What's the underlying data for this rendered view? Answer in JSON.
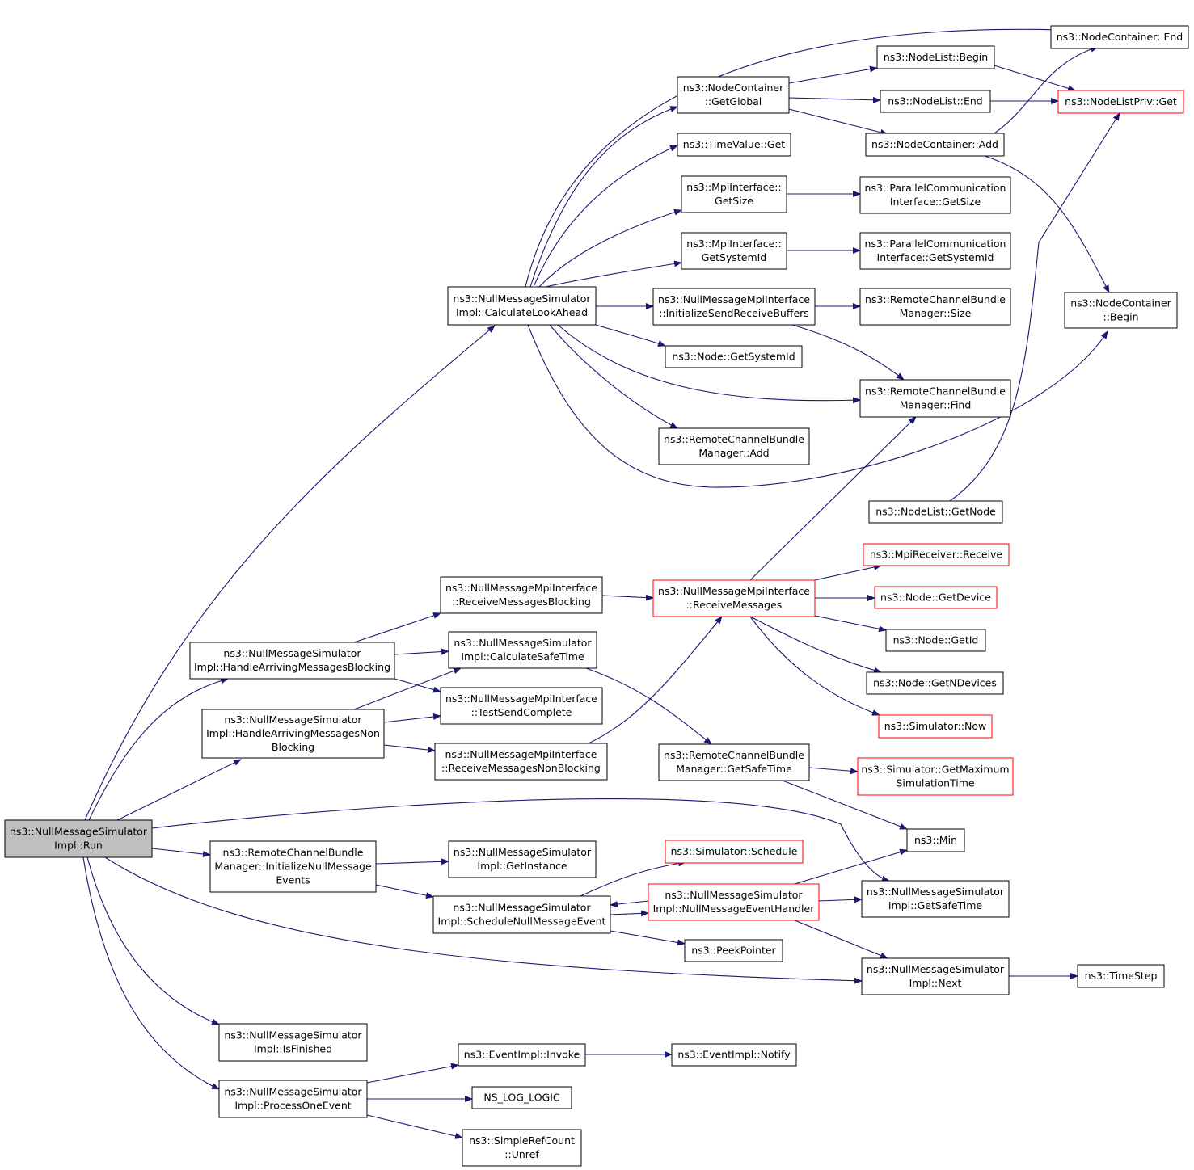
{
  "colors": {
    "edge": "#191970",
    "node_border": "#000000",
    "node_border_linked": "#ff0000",
    "node_fill": "#ffffff",
    "root_fill": "#bfbfbf"
  },
  "nodes": [
    {
      "id": "run",
      "lines": [
        "ns3::NullMessageSimulator",
        "Impl::Run"
      ],
      "style": "root"
    },
    {
      "id": "calc_lookahead",
      "lines": [
        "ns3::NullMessageSimulator",
        "Impl::CalculateLookAhead"
      ],
      "style": "normal"
    },
    {
      "id": "handle_blocking",
      "lines": [
        "ns3::NullMessageSimulator",
        "Impl::HandleArrivingMessagesBlocking"
      ],
      "style": "normal"
    },
    {
      "id": "handle_nonblocking",
      "lines": [
        "ns3::NullMessageSimulator",
        "Impl::HandleArrivingMessagesNon",
        "Blocking"
      ],
      "style": "normal"
    },
    {
      "id": "rcbm_init",
      "lines": [
        "ns3::RemoteChannelBundle",
        "Manager::InitializeNullMessage",
        "Events"
      ],
      "style": "normal"
    },
    {
      "id": "is_finished",
      "lines": [
        "ns3::NullMessageSimulator",
        "Impl::IsFinished"
      ],
      "style": "normal"
    },
    {
      "id": "process_one",
      "lines": [
        "ns3::NullMessageSimulator",
        "Impl::ProcessOneEvent"
      ],
      "style": "normal"
    },
    {
      "id": "nc_global",
      "lines": [
        "ns3::NodeContainer",
        "::GetGlobal"
      ],
      "style": "normal"
    },
    {
      "id": "tv_get",
      "lines": [
        "ns3::TimeValue::Get"
      ],
      "style": "normal"
    },
    {
      "id": "mpi_getsize",
      "lines": [
        "ns3::MpiInterface::",
        "GetSize"
      ],
      "style": "normal"
    },
    {
      "id": "mpi_getsysid",
      "lines": [
        "ns3::MpiInterface::",
        "GetSystemId"
      ],
      "style": "normal"
    },
    {
      "id": "nmmpi_init",
      "lines": [
        "ns3::NullMessageMpiInterface",
        "::InitializeSendReceiveBuffers"
      ],
      "style": "normal"
    },
    {
      "id": "node_getsysid",
      "lines": [
        "ns3::Node::GetSystemId"
      ],
      "style": "normal"
    },
    {
      "id": "rcbm_add",
      "lines": [
        "ns3::RemoteChannelBundle",
        "Manager::Add"
      ],
      "style": "normal"
    },
    {
      "id": "nl_begin",
      "lines": [
        "ns3::NodeList::Begin"
      ],
      "style": "normal"
    },
    {
      "id": "nl_end",
      "lines": [
        "ns3::NodeList::End"
      ],
      "style": "normal"
    },
    {
      "id": "nc_add",
      "lines": [
        "ns3::NodeContainer::Add"
      ],
      "style": "normal"
    },
    {
      "id": "pci_getsize",
      "lines": [
        "ns3::ParallelCommunication",
        "Interface::GetSize"
      ],
      "style": "normal"
    },
    {
      "id": "pci_getsysid",
      "lines": [
        "ns3::ParallelCommunication",
        "Interface::GetSystemId"
      ],
      "style": "normal"
    },
    {
      "id": "rcbm_size",
      "lines": [
        "ns3::RemoteChannelBundle",
        "Manager::Size"
      ],
      "style": "normal"
    },
    {
      "id": "rcbm_find",
      "lines": [
        "ns3::RemoteChannelBundle",
        "Manager::Find"
      ],
      "style": "normal"
    },
    {
      "id": "nc_end",
      "lines": [
        "ns3::NodeContainer::End"
      ],
      "style": "normal"
    },
    {
      "id": "nlp_get",
      "lines": [
        "ns3::NodeListPriv::Get"
      ],
      "style": "linked"
    },
    {
      "id": "nc_begin",
      "lines": [
        "ns3::NodeContainer",
        "::Begin"
      ],
      "style": "normal"
    },
    {
      "id": "nmmpi_recv_blocking",
      "lines": [
        "ns3::NullMessageMpiInterface",
        "::ReceiveMessagesBlocking"
      ],
      "style": "normal"
    },
    {
      "id": "calc_safetime",
      "lines": [
        "ns3::NullMessageSimulator",
        "Impl::CalculateSafeTime"
      ],
      "style": "normal"
    },
    {
      "id": "test_send",
      "lines": [
        "ns3::NullMessageMpiInterface",
        "::TestSendComplete"
      ],
      "style": "normal"
    },
    {
      "id": "nmmpi_recv_nonblocking",
      "lines": [
        "ns3::NullMessageMpiInterface",
        "::ReceiveMessagesNonBlocking"
      ],
      "style": "normal"
    },
    {
      "id": "nmmpi_recv",
      "lines": [
        "ns3::NullMessageMpiInterface",
        "::ReceiveMessages"
      ],
      "style": "linked"
    },
    {
      "id": "rcbm_getsafetime",
      "lines": [
        "ns3::RemoteChannelBundle",
        "Manager::GetSafeTime"
      ],
      "style": "normal"
    },
    {
      "id": "nl_getnode",
      "lines": [
        "ns3::NodeList::GetNode"
      ],
      "style": "normal"
    },
    {
      "id": "mpirecv_receive",
      "lines": [
        "ns3::MpiReceiver::Receive"
      ],
      "style": "linked"
    },
    {
      "id": "node_getdevice",
      "lines": [
        "ns3::Node::GetDevice"
      ],
      "style": "linked"
    },
    {
      "id": "node_getid",
      "lines": [
        "ns3::Node::GetId"
      ],
      "style": "normal"
    },
    {
      "id": "node_getndevices",
      "lines": [
        "ns3::Node::GetNDevices"
      ],
      "style": "normal"
    },
    {
      "id": "sim_now",
      "lines": [
        "ns3::Simulator::Now"
      ],
      "style": "linked"
    },
    {
      "id": "sim_getmax",
      "lines": [
        "ns3::Simulator::GetMaximum",
        "SimulationTime"
      ],
      "style": "linked"
    },
    {
      "id": "min",
      "lines": [
        "ns3::Min"
      ],
      "style": "normal"
    },
    {
      "id": "get_instance",
      "lines": [
        "ns3::NullMessageSimulator",
        "Impl::GetInstance"
      ],
      "style": "normal"
    },
    {
      "id": "schedule_nme",
      "lines": [
        "ns3::NullMessageSimulator",
        "Impl::ScheduleNullMessageEvent"
      ],
      "style": "normal"
    },
    {
      "id": "sim_schedule",
      "lines": [
        "ns3::Simulator::Schedule"
      ],
      "style": "linked"
    },
    {
      "id": "nme_handler",
      "lines": [
        "ns3::NullMessageSimulator",
        "Impl::NullMessageEventHandler"
      ],
      "style": "linked"
    },
    {
      "id": "peek_pointer",
      "lines": [
        "ns3::PeekPointer"
      ],
      "style": "normal"
    },
    {
      "id": "nms_getsafetime",
      "lines": [
        "ns3::NullMessageSimulator",
        "Impl::GetSafeTime"
      ],
      "style": "normal"
    },
    {
      "id": "nms_next",
      "lines": [
        "ns3::NullMessageSimulator",
        "Impl::Next"
      ],
      "style": "normal"
    },
    {
      "id": "timestep",
      "lines": [
        "ns3::TimeStep"
      ],
      "style": "normal"
    },
    {
      "id": "event_invoke",
      "lines": [
        "ns3::EventImpl::Invoke"
      ],
      "style": "normal"
    },
    {
      "id": "event_notify",
      "lines": [
        "ns3::EventImpl::Notify"
      ],
      "style": "normal"
    },
    {
      "id": "ns_log_logic",
      "lines": [
        "NS_LOG_LOGIC"
      ],
      "style": "normal"
    },
    {
      "id": "refcount_unref",
      "lines": [
        "ns3::SimpleRefCount",
        "::Unref"
      ],
      "style": "normal"
    }
  ]
}
